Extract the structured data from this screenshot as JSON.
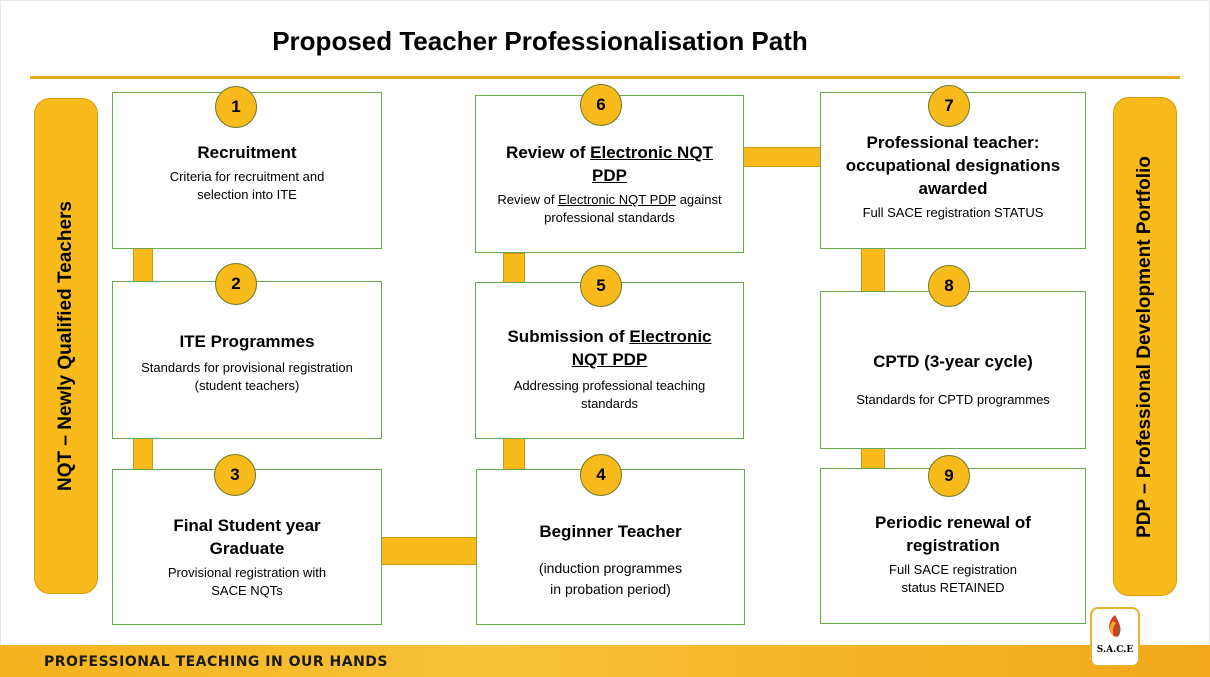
{
  "title": "Proposed Teacher Professionalisation Path",
  "left_sidebar": "NQT – Newly Qualified Teachers",
  "right_sidebar": "PDP – Professional Development Portfolio",
  "steps": [
    {
      "number": "1",
      "title": "Recruitment",
      "desc": "Criteria for recruitment and selection into ITE"
    },
    {
      "number": "2",
      "title": "ITE Programmes",
      "desc": "Standards for provisional registration (student teachers)"
    },
    {
      "number": "3",
      "title": "Final Student year Graduate",
      "desc": "Provisional registration with SACE NQTs"
    },
    {
      "number": "4",
      "title": "Beginner Teacher",
      "desc": "(induction programmes in probation period)"
    },
    {
      "number": "5",
      "title_pre": "Submission of ",
      "title_u": "Electronic NQT PDP",
      "desc": "Addressing professional teaching standards"
    },
    {
      "number": "6",
      "title_pre": "Review of ",
      "title_u": "Electronic NQT PDP",
      "desc_pre": "Review of ",
      "desc_u": "Electronic NQT PDP",
      "desc_post": " against professional standards"
    },
    {
      "number": "7",
      "title": "Professional teacher: occupational designations awarded",
      "desc": "Full SACE registration STATUS"
    },
    {
      "number": "8",
      "title": "CPTD (3-year cycle)",
      "desc": "Standards for CPTD programmes"
    },
    {
      "number": "9",
      "title": "Periodic renewal of registration",
      "desc": "Full SACE registration status RETAINED"
    }
  ],
  "footer": "PROFESSIONAL TEACHING IN OUR HANDS",
  "logo": "S.A.C.E",
  "colors": {
    "accent": "#f9bb1b",
    "box_border": "#6aa84f",
    "circle_border": "#6b7a28"
  }
}
